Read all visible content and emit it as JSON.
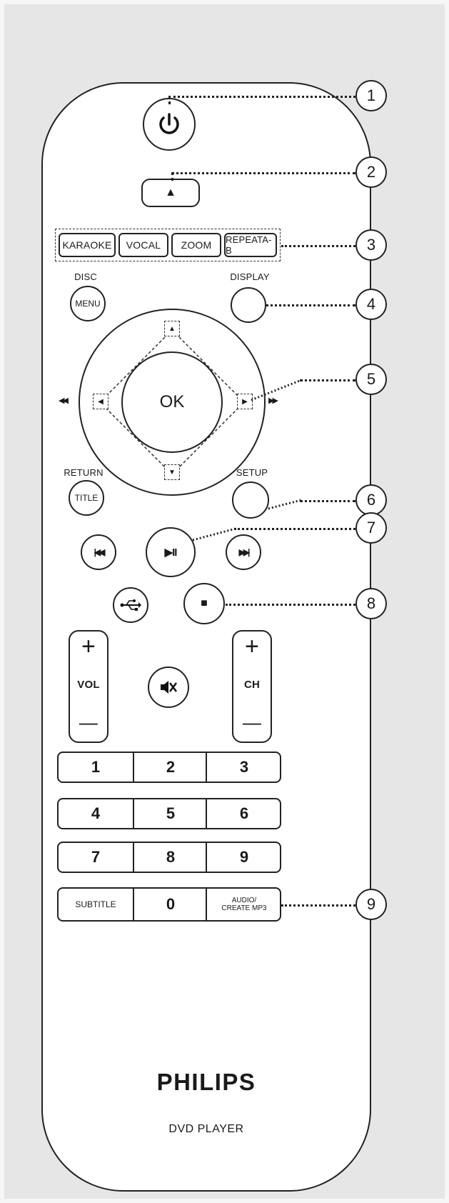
{
  "remote": {
    "brand": "PHILIPS",
    "model": "DVD PLAYER",
    "eject_symbol": "▲",
    "function_buttons": [
      "KARAOKE",
      "VOCAL",
      "ZOOM",
      "REPEATA-B"
    ],
    "disc_label": "DISC",
    "menu_label": "MENU",
    "display_label": "DISPLAY",
    "ok_label": "OK",
    "rewind_symbol": "◀◀",
    "forward_symbol": "▶▶",
    "return_label": "RETURN",
    "title_label": "TITLE",
    "setup_label": "SETUP",
    "prev_symbol": "|◀◀",
    "play_pause_symbol": "▶II",
    "next_symbol": "▶▶|",
    "stop_symbol": "■",
    "vol_label": "VOL",
    "ch_label": "CH",
    "plus": "+",
    "minus": "—",
    "number_rows": [
      [
        "1",
        "2",
        "3"
      ],
      [
        "4",
        "5",
        "6"
      ],
      [
        "7",
        "8",
        "9"
      ]
    ],
    "subtitle_label": "SUBTITLE",
    "zero_label": "0",
    "audio_label_line1": "AUDIO/",
    "audio_label_line2": "CREATE MP3"
  },
  "callouts": [
    "1",
    "2",
    "3",
    "4",
    "5",
    "6",
    "7",
    "8",
    "9"
  ],
  "icons": {
    "power": "power-icon",
    "usb": "usb-icon",
    "mute": "mute-icon"
  }
}
